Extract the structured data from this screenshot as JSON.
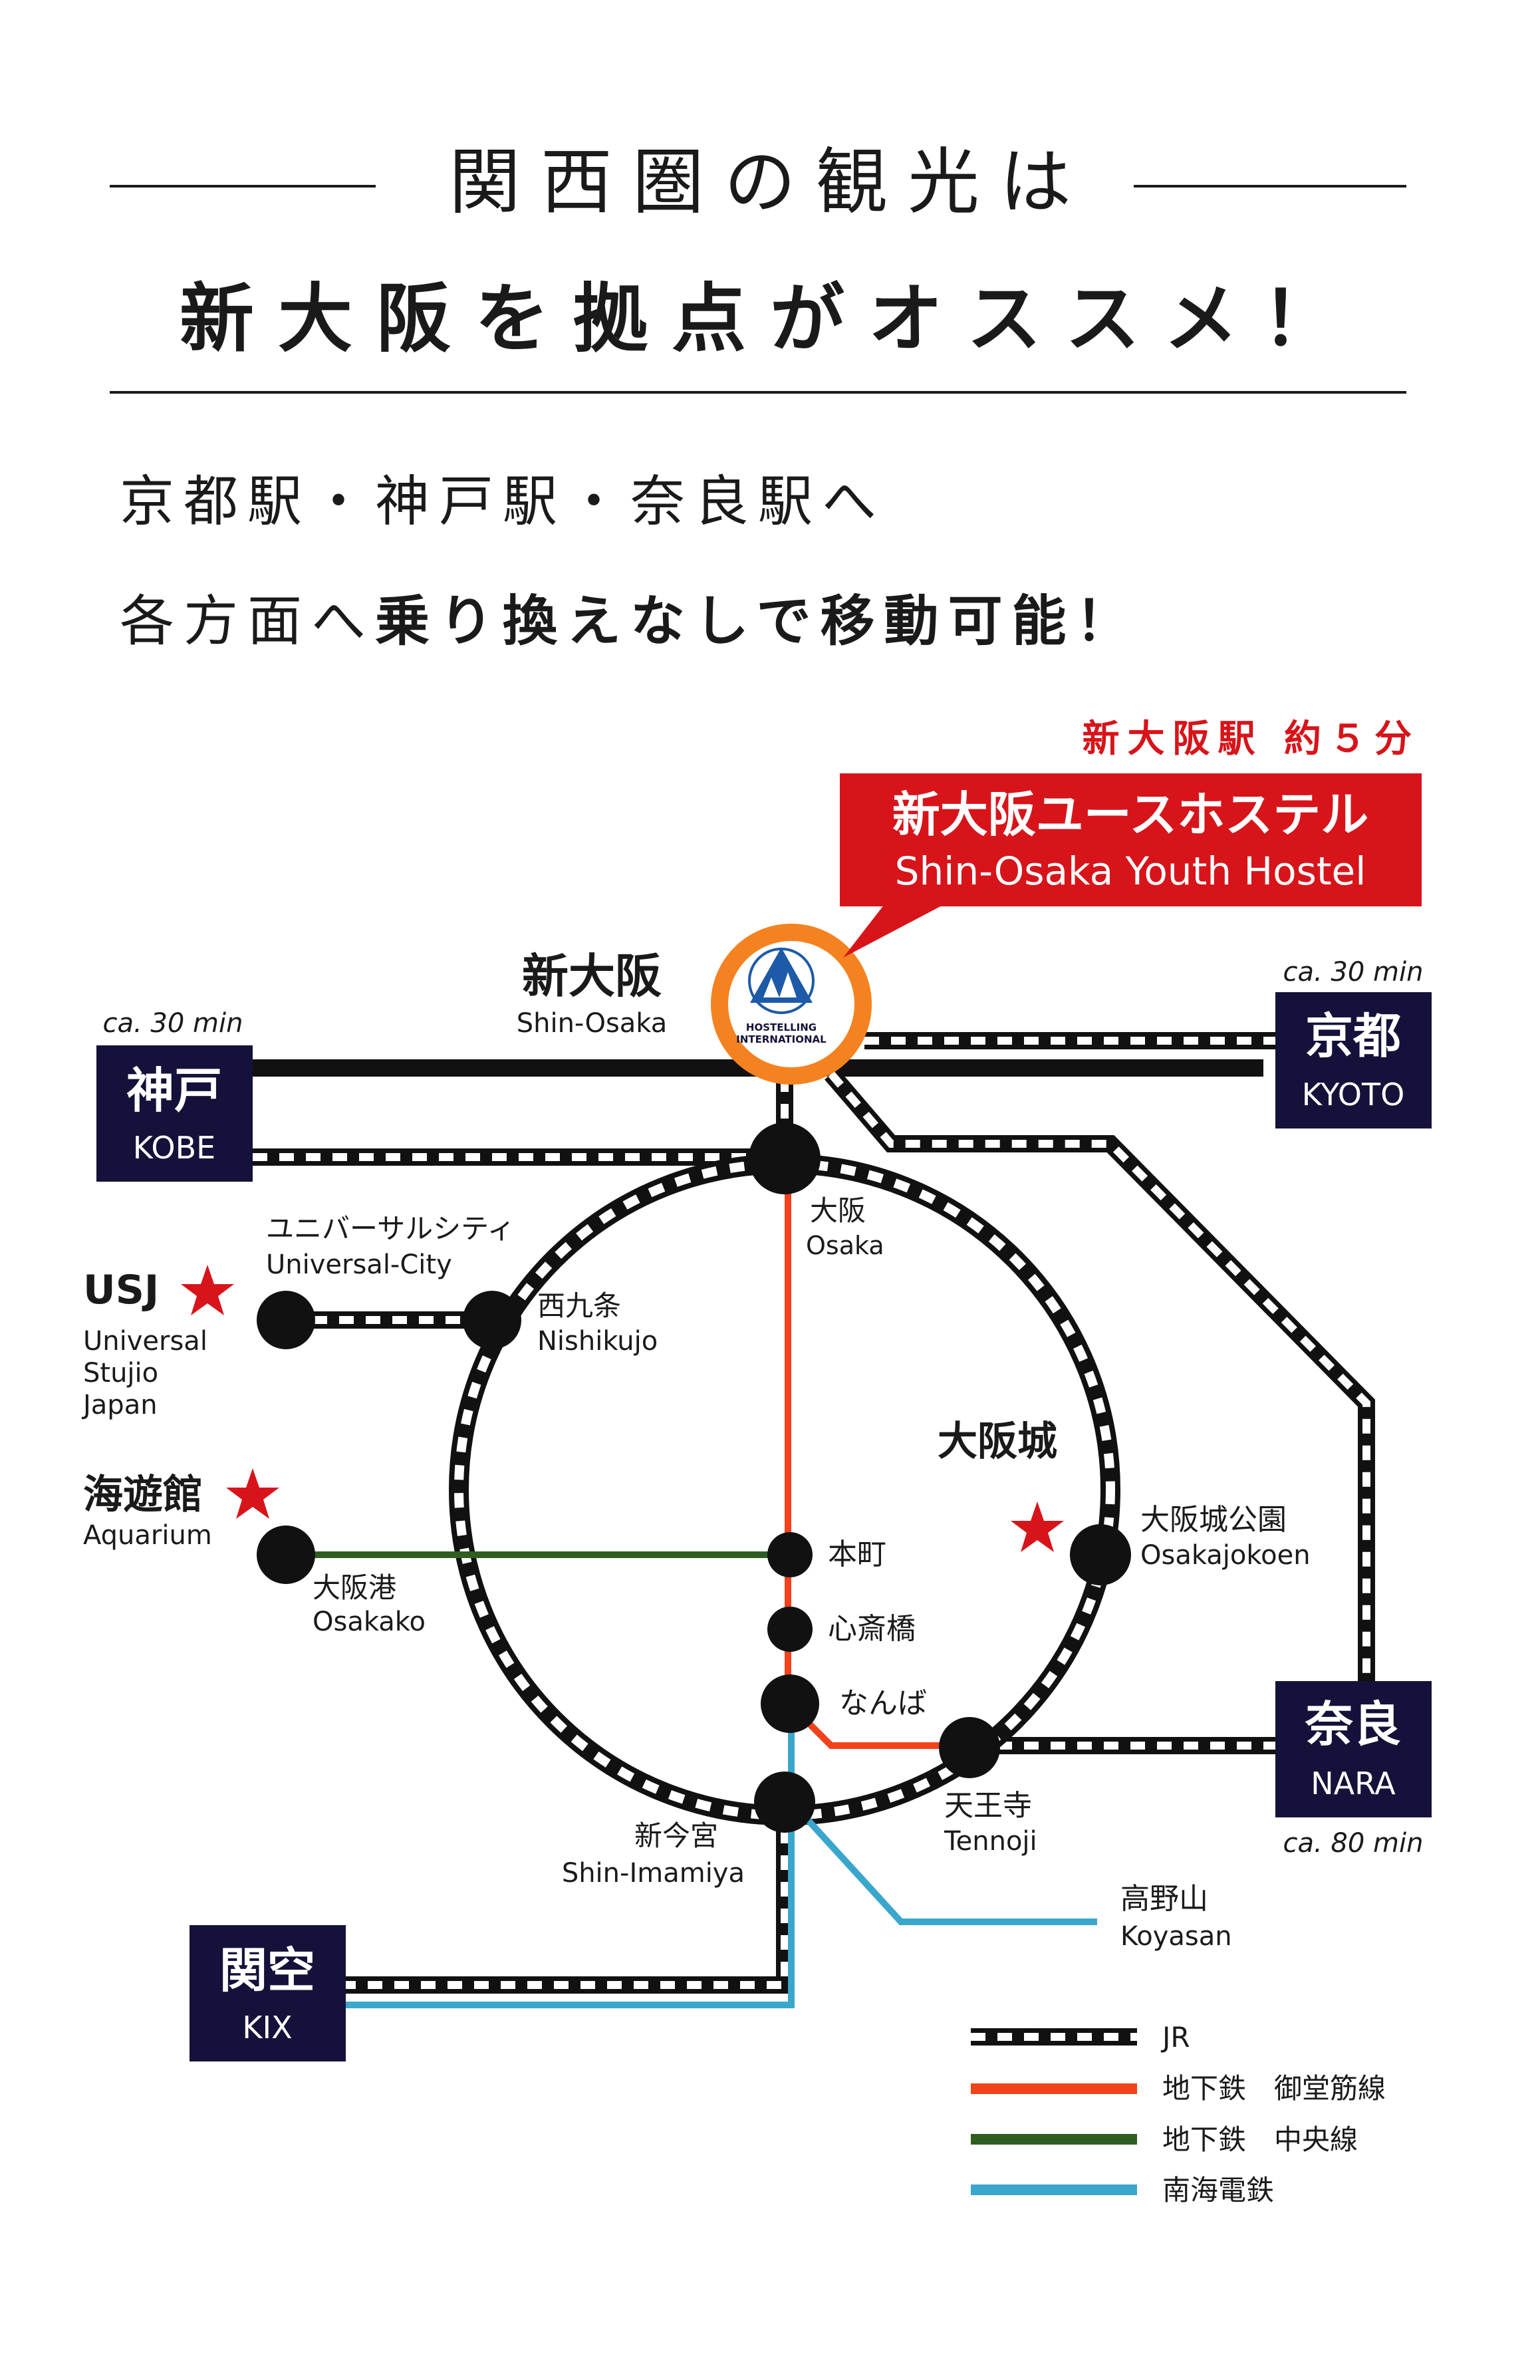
{
  "header": {
    "line1": "関西圏の観光は",
    "line2": "新大阪を拠点がオススメ！",
    "desc1": "京都駅・神戸駅・奈良駅へ",
    "desc2_plain": "各方面へ",
    "desc2_bold": "乗り換えなしで移動可能！"
  },
  "callout": {
    "time": "新大阪駅 約５分",
    "name_ja": "新大阪ユースホステル",
    "name_en": "Shin-Osaka Youth Hostel"
  },
  "logo": {
    "line1": "HOSTELLING",
    "line2": "INTERNATIONAL"
  },
  "hub": {
    "ja": "新大阪",
    "en": "Shin-Osaka"
  },
  "cities": {
    "kobe": {
      "ja": "神戸",
      "en": "KOBE",
      "time": "ca. 30 min"
    },
    "kyoto": {
      "ja": "京都",
      "en": "KYOTO",
      "time": "ca. 30 min"
    },
    "nara": {
      "ja": "奈良",
      "en": "NARA",
      "time": "ca. 80 min"
    },
    "kix": {
      "ja": "関空",
      "en": "KIX"
    }
  },
  "stations": {
    "osaka": {
      "ja": "大阪",
      "en": "Osaka"
    },
    "universal_city": {
      "ja": "ユニバーサルシティ",
      "en": "Universal-City"
    },
    "nishikujo": {
      "ja": "西九条",
      "en": "Nishikujo"
    },
    "osakako": {
      "ja": "大阪港",
      "en": "Osakako"
    },
    "hommachi": {
      "ja": "本町"
    },
    "shinsaibashi": {
      "ja": "心斎橋"
    },
    "namba": {
      "ja": "なんば"
    },
    "tennoji": {
      "ja": "天王寺",
      "en": "Tennoji"
    },
    "shin_imamiya": {
      "ja": "新今宮",
      "en": "Shin-Imamiya"
    },
    "osakajokoen": {
      "ja": "大阪城公園",
      "en": "Osakajokoen"
    },
    "koyasan": {
      "ja": "高野山",
      "en": "Koyasan"
    }
  },
  "attractions": {
    "usj": {
      "ja": "USJ",
      "en1": "Universal",
      "en2": "Stujio",
      "en3": "Japan"
    },
    "aquarium": {
      "ja": "海遊館",
      "en": "Aquarium"
    },
    "osaka_castle": {
      "ja": "大阪城"
    }
  },
  "legend": [
    {
      "label": "JR",
      "color": "#111111"
    },
    {
      "label": "地下鉄　御堂筋線",
      "color": "#f2421b"
    },
    {
      "label": "地下鉄　中央線",
      "color": "#2f5e22"
    },
    {
      "label": "南海電鉄",
      "color": "#3aa6cc"
    }
  ],
  "colors": {
    "accent_red": "#d7141a",
    "navy": "#14123a",
    "hub_orange": "#f58220",
    "hi_blue": "#1d5aa8"
  }
}
